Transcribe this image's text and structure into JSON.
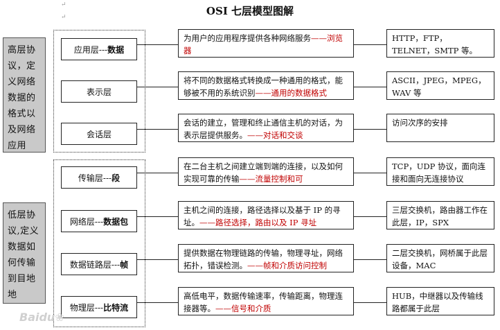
{
  "title": "OSI 七层模型图解",
  "para_mark": "↵",
  "groups": [
    {
      "label": "高层协议，定义网络数据的格式以及网络应用",
      "lines": "高层协\n议，定\n义网络\n数据的\n格式以\n及网络\n应用"
    },
    {
      "label": "低层协议,定义数据如何传输到目地地",
      "lines": "低层协\n议,定义\n数据如\n何传输\n到目地\n地"
    }
  ],
  "layers": [
    {
      "name": "应用层---",
      "name_bold": "数据",
      "desc": "为用户的应用程序提供各种网络服务",
      "desc2": "",
      "desc_red": "——浏览器",
      "proto": "HTTP，FTP，TELNET，SMTP 等。"
    },
    {
      "name": "表示层",
      "name_bold": "",
      "desc": "将不同的数据格式转换成一种通用的格式，能够被不用的系统识别",
      "desc2": "",
      "desc_red": "——通用的数据格式",
      "proto": "ASCII，JPEG，MPEG，WAV 等"
    },
    {
      "name": "会话层",
      "name_bold": "",
      "desc": "会话的建立，管理和终止通信主机的对话，为表示层提供服务。",
      "desc2": "",
      "desc_red": "——对话和交谈",
      "proto": "访问次序的安排"
    },
    {
      "name": "传输层---",
      "name_bold": "段",
      "desc": "在二台主机之间建立端到端的连接，以及如何实现可靠的传输",
      "desc2": "",
      "desc_red": "——流量控制和可",
      "proto": "TCP，UDP 协议，面向连接和面向无连接协议"
    },
    {
      "name": "网络层---",
      "name_bold": "数据包",
      "desc": "主机之间的连接，路径选择以及基于 IP 的寻址。",
      "desc2": "",
      "desc_red": "——路径选择，路由以及 IP 寻址",
      "proto": "三层交换机，路由器工作在此层，IP，SPX"
    },
    {
      "name": "数据链路层---",
      "name_bold": "帧",
      "desc": "提供数据在物理链路的传输，物理寻址，网络拓扑，错误检测。",
      "desc2": "",
      "desc_red": "——帧和介质访问控制",
      "proto": "二层交换机，网桥属于此层设备，MAC"
    },
    {
      "name": "物理层---",
      "name_bold": "比特流",
      "desc": "高低电平，数据传输速率，传输距离，物理连接器等。",
      "desc2": "",
      "desc_red": "——信号和介质",
      "proto": "HUB，中继器以及传输线路都属于此层"
    }
  ],
  "watermark": "Baidu"
}
